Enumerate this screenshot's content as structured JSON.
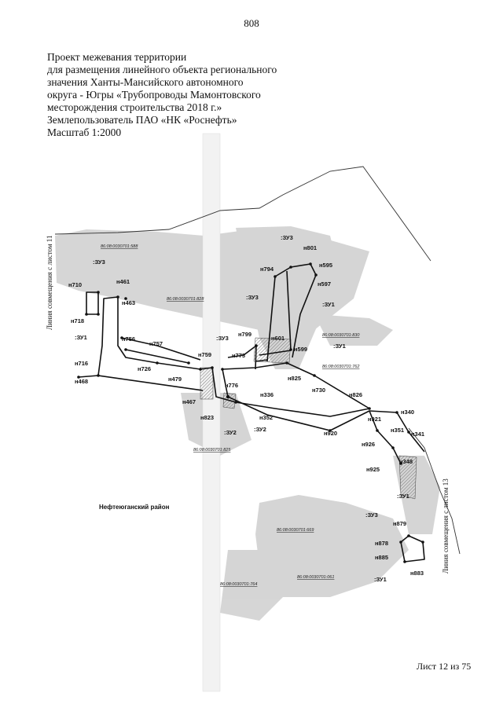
{
  "page_number": "808",
  "title_lines": [
    "Проект межевания территории",
    "для размещения линейного объекта регионального",
    "значения Ханты-Мансийского автономного",
    "округа - Югры «Трубопроводы Мамонтовского",
    "месторождения строительства 2018 г.»",
    "Землепользователь ПАО «НК «Роснефть»",
    "Масштаб 1:2000"
  ],
  "side_labels": {
    "left": "Линия совмещения с листом 11",
    "right": "Линия совмещения с листом 13"
  },
  "region_label": "Нефтеюганский район",
  "cadastral_labels": [
    "86:08:0030701:588",
    "86:08:0030701:828",
    "86:08:0030701:830",
    "86:08:0030701:762",
    "86:08:0030701:825",
    "86:08:0030701:669",
    "86:08:0030701:764",
    "86:08:0030701:061"
  ],
  "zone_labels": [
    ":ЗУ3",
    ":ЗУ3",
    ":ЗУ3",
    ":ЗУ3",
    ":ЗУ1",
    ":ЗУ1",
    ":ЗУ1",
    ":ЗУ2",
    ":ЗУ2",
    ":ЗУ1",
    ":ЗУ3",
    ":ЗУ1"
  ],
  "point_labels": [
    "н801",
    "н595",
    "н794",
    "н597",
    "н710",
    "н461",
    "н463",
    "н718",
    "н756",
    "н757",
    "н726",
    "н479",
    "н716",
    "н468",
    "н759",
    "н799",
    "н601",
    "н599",
    "н773",
    "н776",
    "н825",
    "н336",
    "н730",
    "н826",
    "н467",
    "н823",
    "н352",
    "н340",
    "н921",
    "н351",
    "н341",
    "н920",
    "н926",
    "н925",
    "н348",
    "н879",
    "н878",
    "н885",
    "н883"
  ],
  "footer": "Лист 12 из 75"
}
